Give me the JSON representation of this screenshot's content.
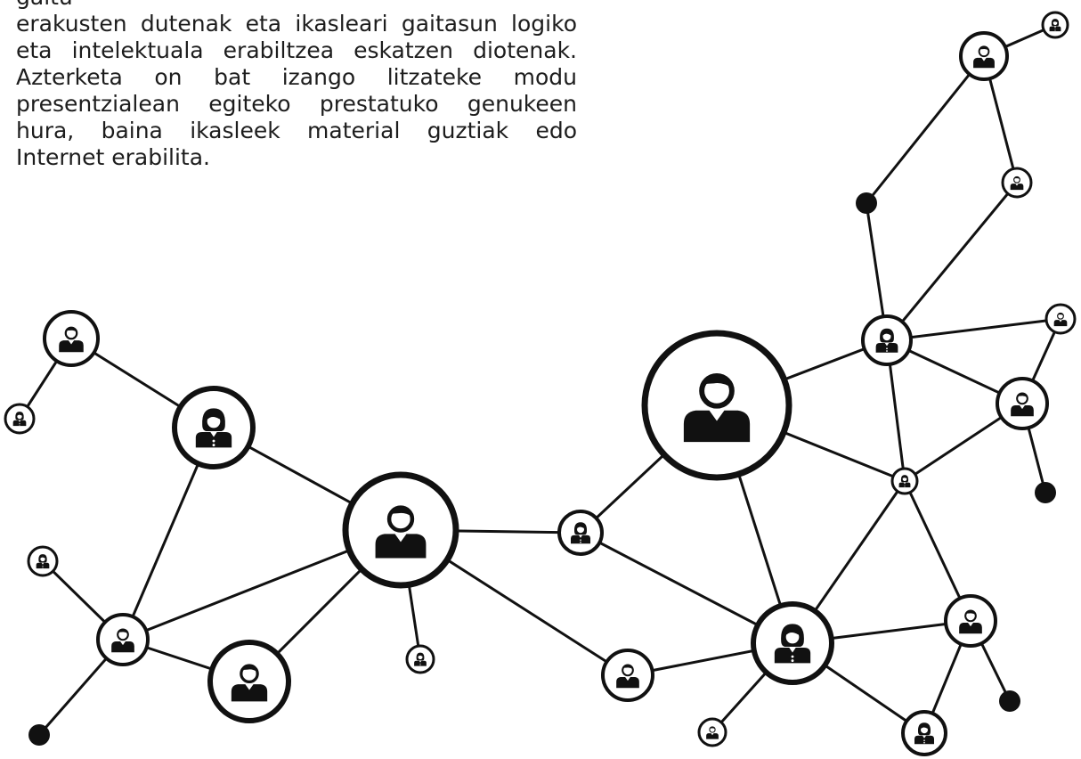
{
  "text": {
    "lines": [
      "gaitu",
      "erakusten dutenak eta ikasleari gaitasun logiko",
      "eta intelektuala erabiltzea eskatzen diotenak.",
      "Azterketa on bat izango litzateke modu",
      "presentzialean egiteko prestatuko genukeen",
      "hura, baina ikasleek material guztiak edo",
      "Internet erabilita."
    ]
  },
  "colors": {
    "ink": "#111111",
    "background": "#ffffff",
    "text": "#1d1d1d"
  },
  "network": {
    "node_icons": [
      "male-user-icon",
      "female-user-icon",
      "dot"
    ]
  }
}
